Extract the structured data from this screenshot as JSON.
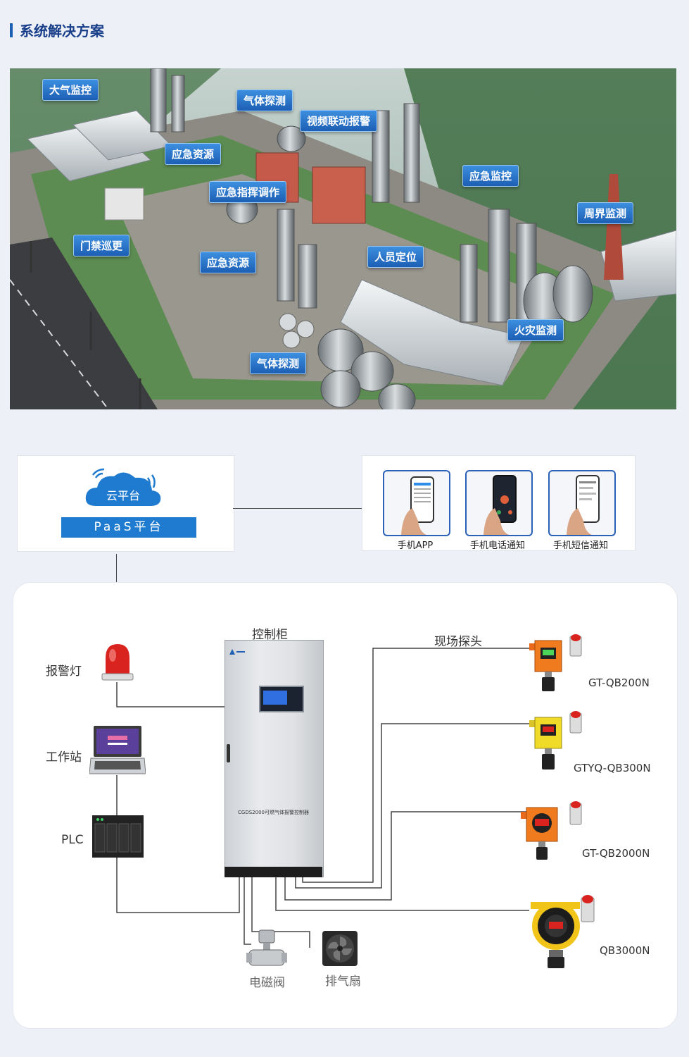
{
  "header": {
    "title": "系统解决方案"
  },
  "scene": {
    "tags": {
      "atmosphere": "大气监控",
      "gas_detect_top": "气体探测",
      "video_alarm": "视频联动报警",
      "emergency_res_top": "应急资源",
      "emergency_command": "应急指挥调作",
      "emergency_monitor": "应急监控",
      "perimeter": "周界监测",
      "access_patrol": "门禁巡更",
      "emergency_res_mid": "应急资源",
      "personnel": "人员定位",
      "fire": "火灾监测",
      "gas_detect_bottom": "气体探测"
    }
  },
  "cloud": {
    "label": "云平台",
    "paas": "PaaS平台"
  },
  "notify": {
    "items": [
      {
        "label": "手机APP"
      },
      {
        "label": "手机电话通知"
      },
      {
        "label": "手机短信通知"
      }
    ]
  },
  "system": {
    "cabinet_label": "控制柜",
    "cabinet_text": "CGDS2000可燃气体报警控制器",
    "probes_label": "现场探头",
    "alarm_light": "报警灯",
    "workstation": "工作站",
    "plc": "PLC",
    "valve": "电磁阀",
    "fan": "排气扇",
    "models": [
      "GT-QB200N",
      "GTYQ-QB300N",
      "GT-QB2000N",
      "QB3000N"
    ]
  },
  "colors": {
    "accent": "#1f7bcf",
    "title": "#1a3f8a",
    "tag": "#2a74cc",
    "line": "#444444"
  }
}
